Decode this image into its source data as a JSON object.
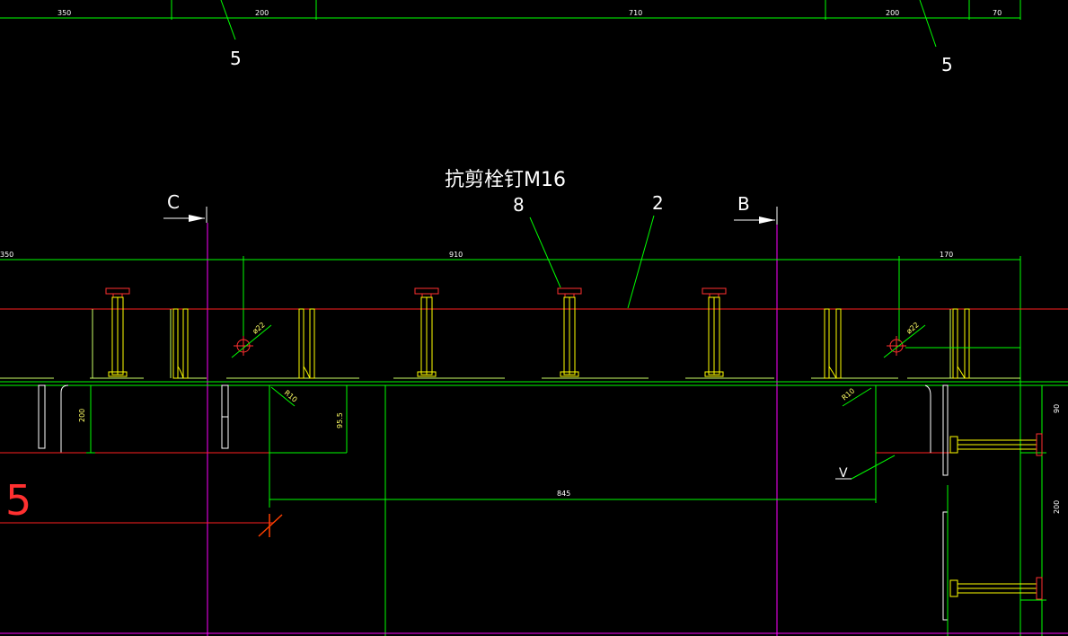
{
  "colors": {
    "background": "#000000",
    "dimension": "#00ff00",
    "steel": "#ff2020",
    "stud": "#ffff00",
    "axis": "#ff00ff",
    "text": "#ffffff"
  },
  "top_dimensions": [
    "350",
    "200",
    "710",
    "200",
    "70"
  ],
  "top_callouts": [
    "5",
    "5"
  ],
  "annotation_text": "抗剪栓钉M16",
  "leaders": [
    "8",
    "2"
  ],
  "section_marks": [
    "C",
    "B"
  ],
  "main_dimensions": [
    "350",
    "910",
    "170"
  ],
  "hole_labels": [
    "ø22",
    "ø22"
  ],
  "corner_labels": [
    "R10",
    "R10"
  ],
  "vertical_dimensions": [
    "200",
    "95.5",
    "90",
    "200"
  ],
  "bottom_dimension": "845",
  "left_partial_label": "5",
  "weld_symbol": "V"
}
